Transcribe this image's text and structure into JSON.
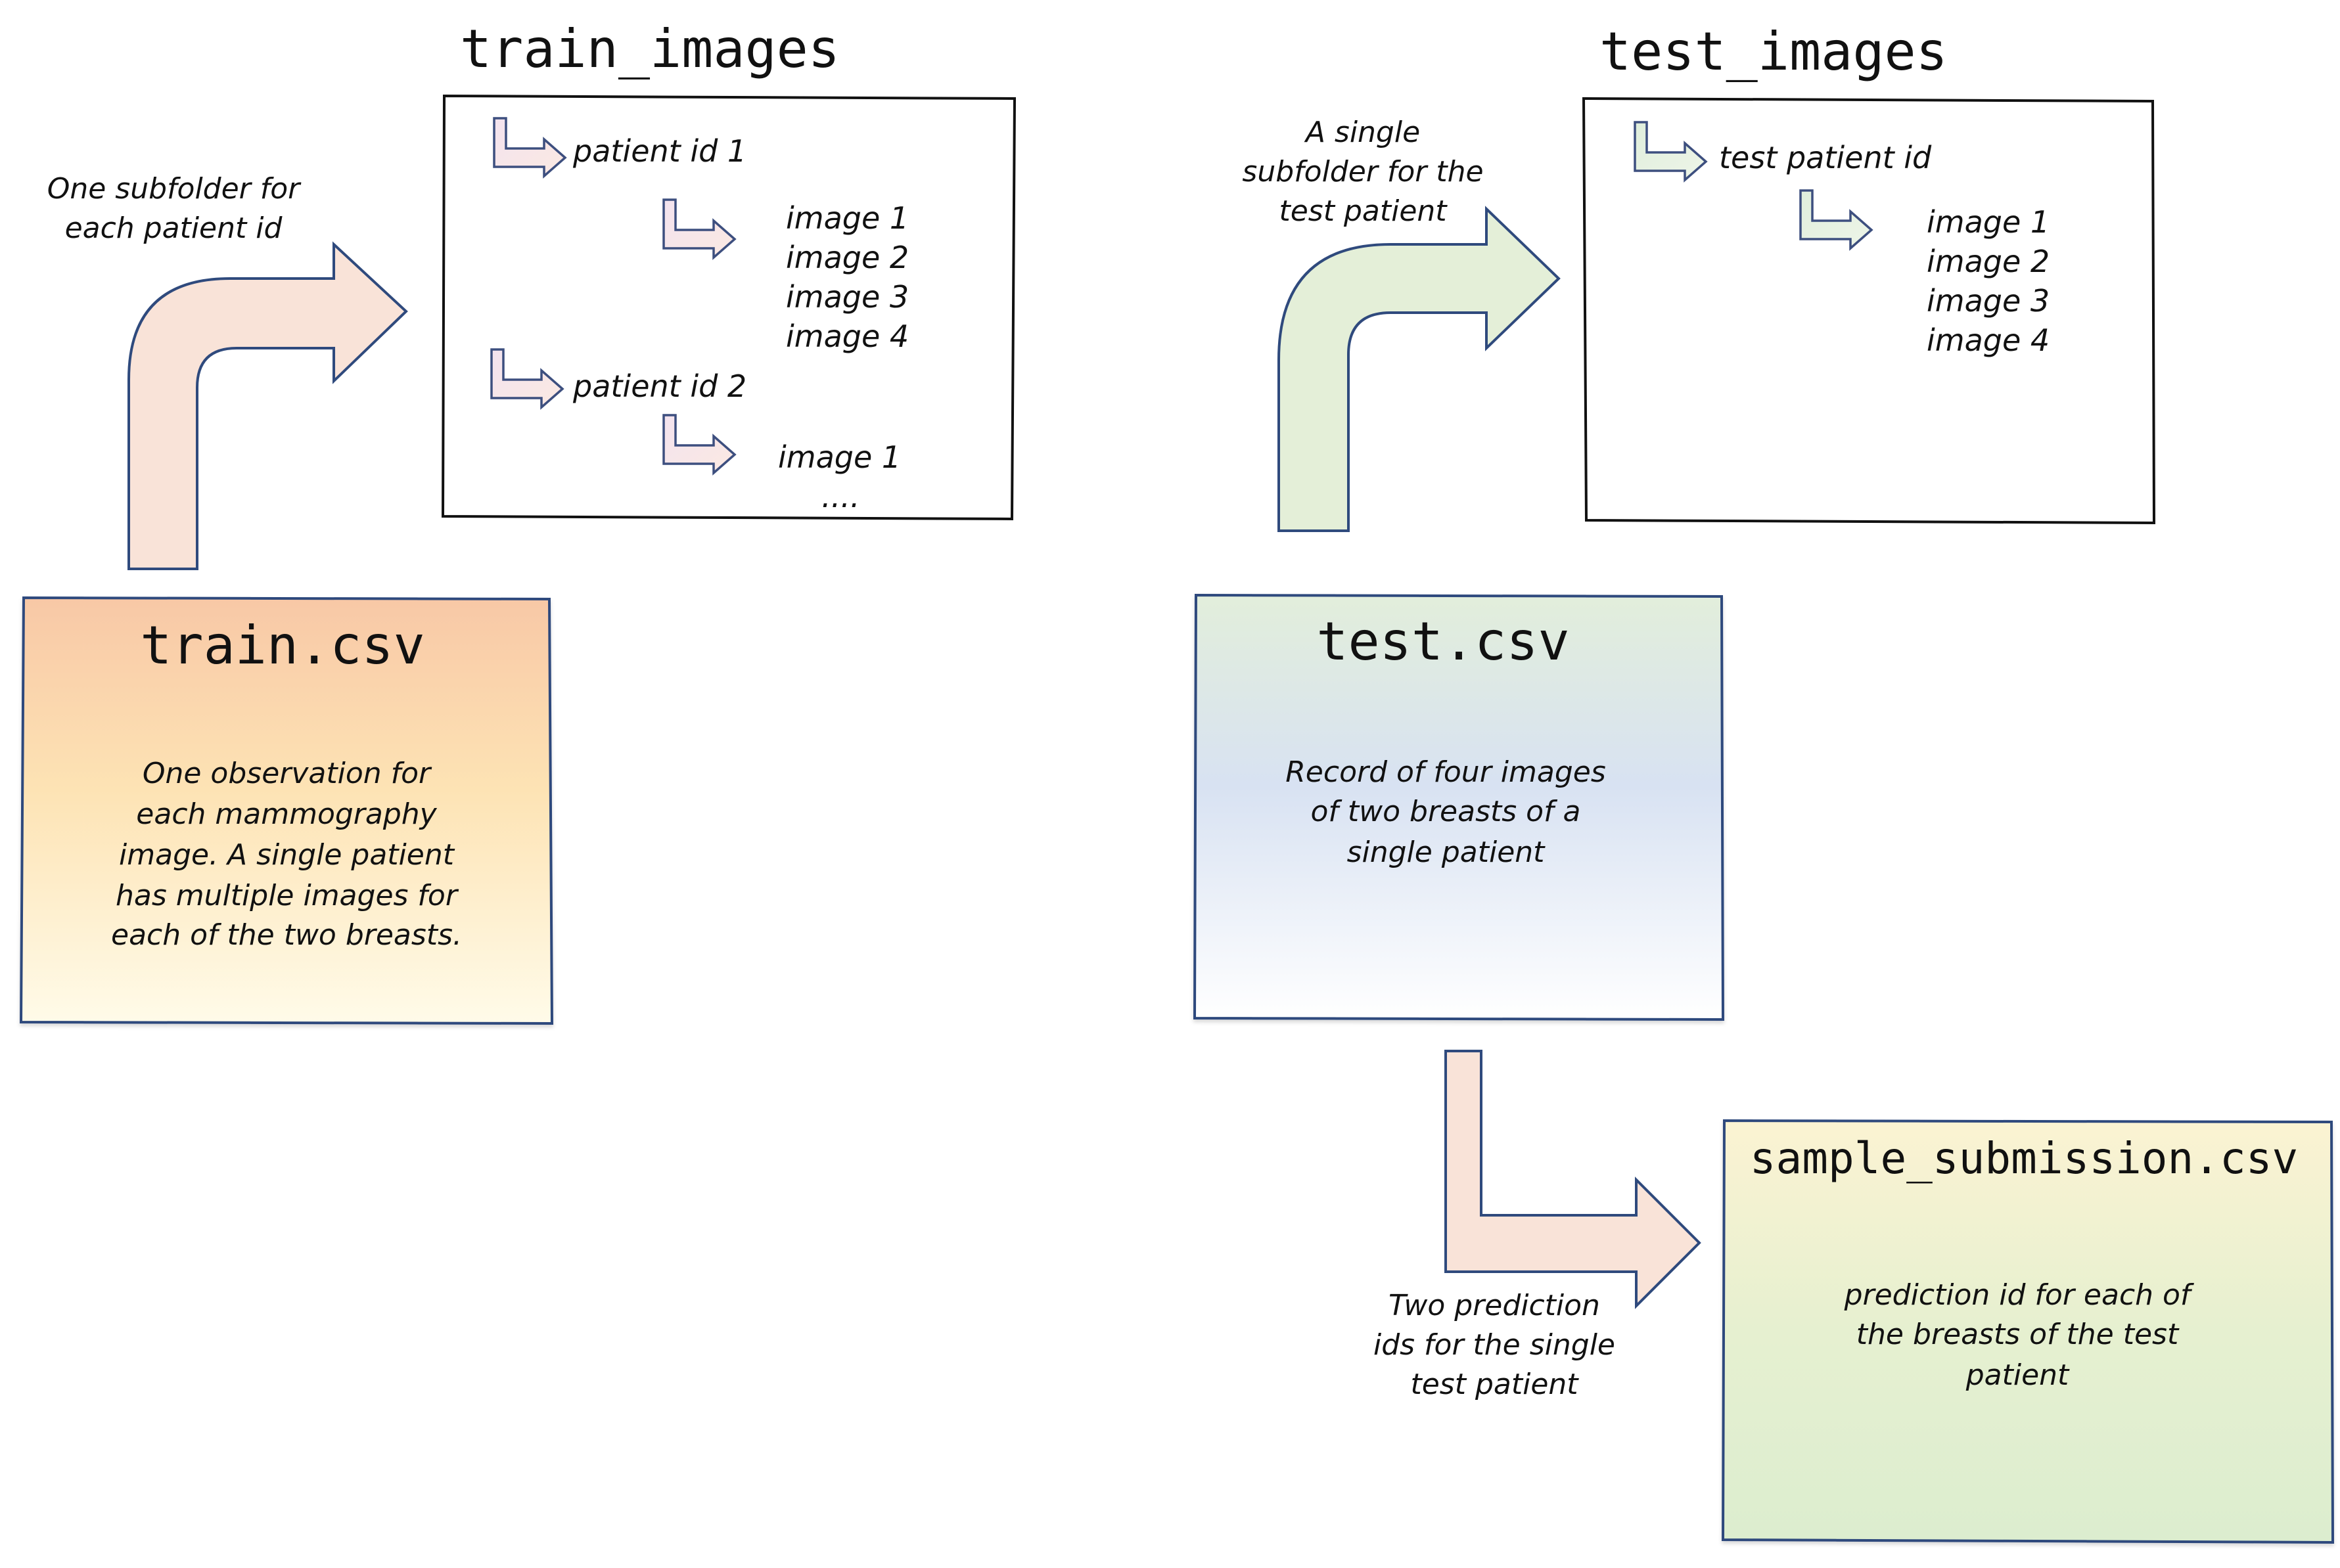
{
  "train_images": {
    "title": "train_images",
    "items": {
      "patient1": "patient id 1",
      "image1": "image 1",
      "image2": "image 2",
      "image3": "image 3",
      "image4": "image 4",
      "patient2": "patient id 2",
      "image1b": "image 1",
      "ellipsis": "...."
    }
  },
  "test_images": {
    "title": "test_images",
    "items": {
      "patient": "test patient id",
      "image1": "image 1",
      "image2": "image 2",
      "image3": "image 3",
      "image4": "image 4"
    }
  },
  "train_csv": {
    "title": "train.csv",
    "description": [
      "One observation for",
      "each mammography",
      "image. A single patient",
      "has multiple images for",
      "each of the two breasts."
    ]
  },
  "test_csv": {
    "title": "test.csv",
    "description": [
      "Record of four images",
      "of two breasts of a",
      "single patient"
    ]
  },
  "sample_submission": {
    "title": "sample_submission.csv",
    "description": [
      "prediction id for each of",
      "the breasts of the test",
      "patient"
    ]
  },
  "notes": {
    "train_arrow": [
      "One subfolder for",
      "each patient id"
    ],
    "test_arrow": [
      "A single",
      "subfolder for the",
      "test patient"
    ],
    "submission_arrow": [
      "Two prediction",
      "ids for the single",
      "test patient"
    ]
  },
  "colors": {
    "outline_blue": "#2f4a7d",
    "pink_arrow": "#f9e3d8",
    "green_arrow": "#e4efd8",
    "train_gradient_top": "#f8c8a6",
    "train_gradient_bottom": "#fffbe9",
    "test_gradient_top": "#e2eedb",
    "test_gradient_mid": "#d8e2f2",
    "test_gradient_bottom": "#ffffff",
    "submission_gradient_top": "#fbf3d2",
    "submission_gradient_bottom": "#dcedcf"
  }
}
